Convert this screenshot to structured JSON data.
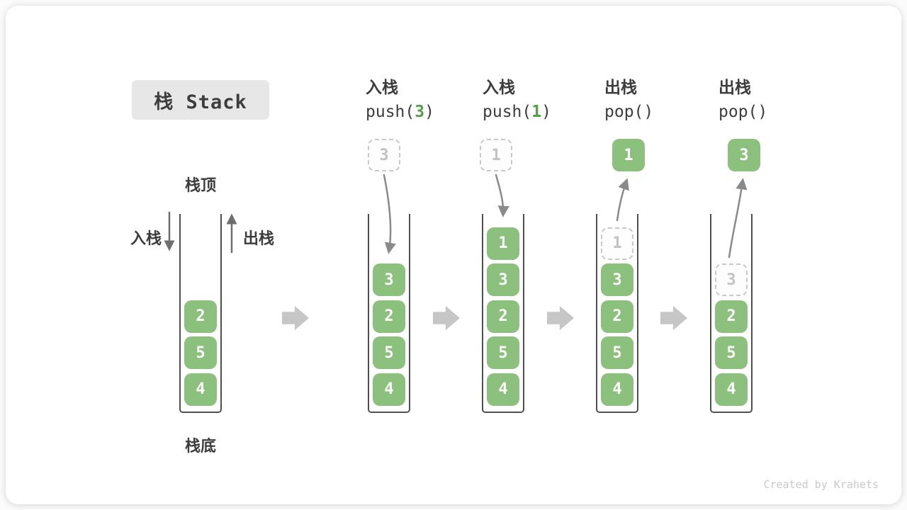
{
  "title": {
    "label": "栈 Stack"
  },
  "legend": {
    "top": "栈顶",
    "bottom": "栈底",
    "push": "入栈",
    "pop": "出栈"
  },
  "operations": [
    {
      "name": "入栈",
      "code_prefix": "push(",
      "code_arg": "3",
      "code_suffix": ")"
    },
    {
      "name": "入栈",
      "code_prefix": "push(",
      "code_arg": "1",
      "code_suffix": ")"
    },
    {
      "name": "出栈",
      "code_prefix": "pop(",
      "code_arg": "",
      "code_suffix": ")"
    },
    {
      "name": "出栈",
      "code_prefix": "pop(",
      "code_arg": "",
      "code_suffix": ")"
    }
  ],
  "floats": [
    {
      "value": "3",
      "style": "ghost"
    },
    {
      "value": "1",
      "style": "ghost"
    },
    {
      "value": "1",
      "style": "solid"
    },
    {
      "value": "3",
      "style": "solid"
    }
  ],
  "stacks": [
    {
      "cells": [
        {
          "value": "2",
          "style": "solid"
        },
        {
          "value": "5",
          "style": "solid"
        },
        {
          "value": "4",
          "style": "solid"
        }
      ]
    },
    {
      "cells": [
        {
          "value": "3",
          "style": "solid"
        },
        {
          "value": "2",
          "style": "solid"
        },
        {
          "value": "5",
          "style": "solid"
        },
        {
          "value": "4",
          "style": "solid"
        }
      ]
    },
    {
      "cells": [
        {
          "value": "1",
          "style": "solid"
        },
        {
          "value": "3",
          "style": "solid"
        },
        {
          "value": "2",
          "style": "solid"
        },
        {
          "value": "5",
          "style": "solid"
        },
        {
          "value": "4",
          "style": "solid"
        }
      ]
    },
    {
      "cells": [
        {
          "value": "1",
          "style": "ghost"
        },
        {
          "value": "3",
          "style": "solid"
        },
        {
          "value": "2",
          "style": "solid"
        },
        {
          "value": "5",
          "style": "solid"
        },
        {
          "value": "4",
          "style": "solid"
        }
      ]
    },
    {
      "cells": [
        {
          "value": "3",
          "style": "ghost"
        },
        {
          "value": "2",
          "style": "solid"
        },
        {
          "value": "5",
          "style": "solid"
        },
        {
          "value": "4",
          "style": "solid"
        }
      ]
    }
  ],
  "watermark": "Created by Krahets",
  "colors": {
    "element_green": "#8cc17d",
    "accent_green": "#4fa345",
    "ghost_gray": "#c2c2c2",
    "wall_gray": "#4f4f4f",
    "curve_arrow_gray": "#8a8a8a",
    "block_arrow_gray": "#c6c6c6",
    "badge_gray": "#e7e7e7",
    "text_dark": "#3d3d3d"
  }
}
